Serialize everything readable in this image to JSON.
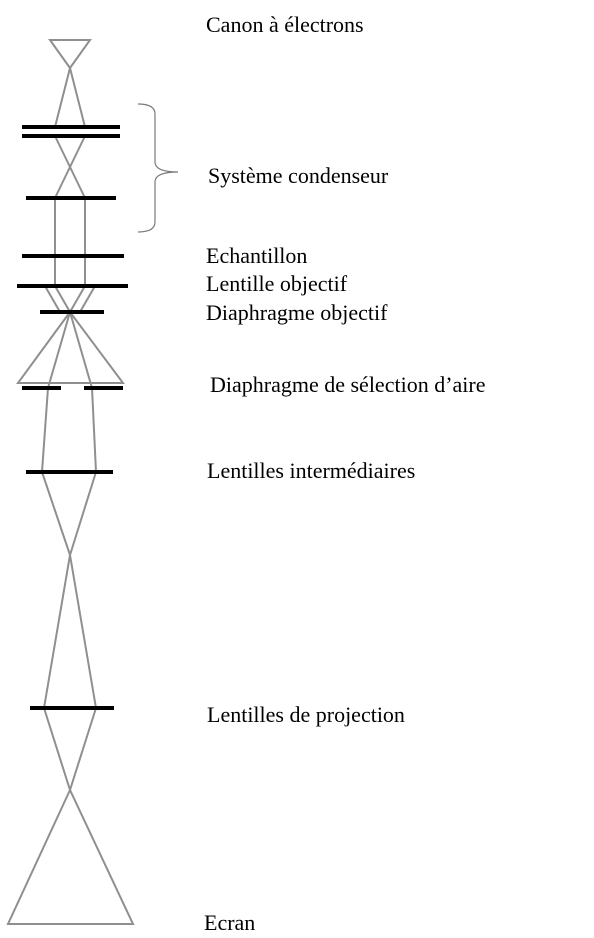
{
  "labels": {
    "electron_gun": "Canon à électrons",
    "condenser_system": "Système condenseur",
    "specimen": "Echantillon",
    "objective_lens": "Lentille objectif",
    "objective_aperture": "Diaphragme objectif",
    "selected_area_aperture": "Diaphragme de sélection d’aire",
    "intermediate_lenses": "Lentilles intermédiaires",
    "projection_lenses": "Lentilles de projection",
    "screen": "Ecran"
  },
  "colors": {
    "ray": "#8f8f8f",
    "lens": "#000000",
    "brace": "#7a7a7a",
    "text": "#000000",
    "background": "#ffffff"
  }
}
